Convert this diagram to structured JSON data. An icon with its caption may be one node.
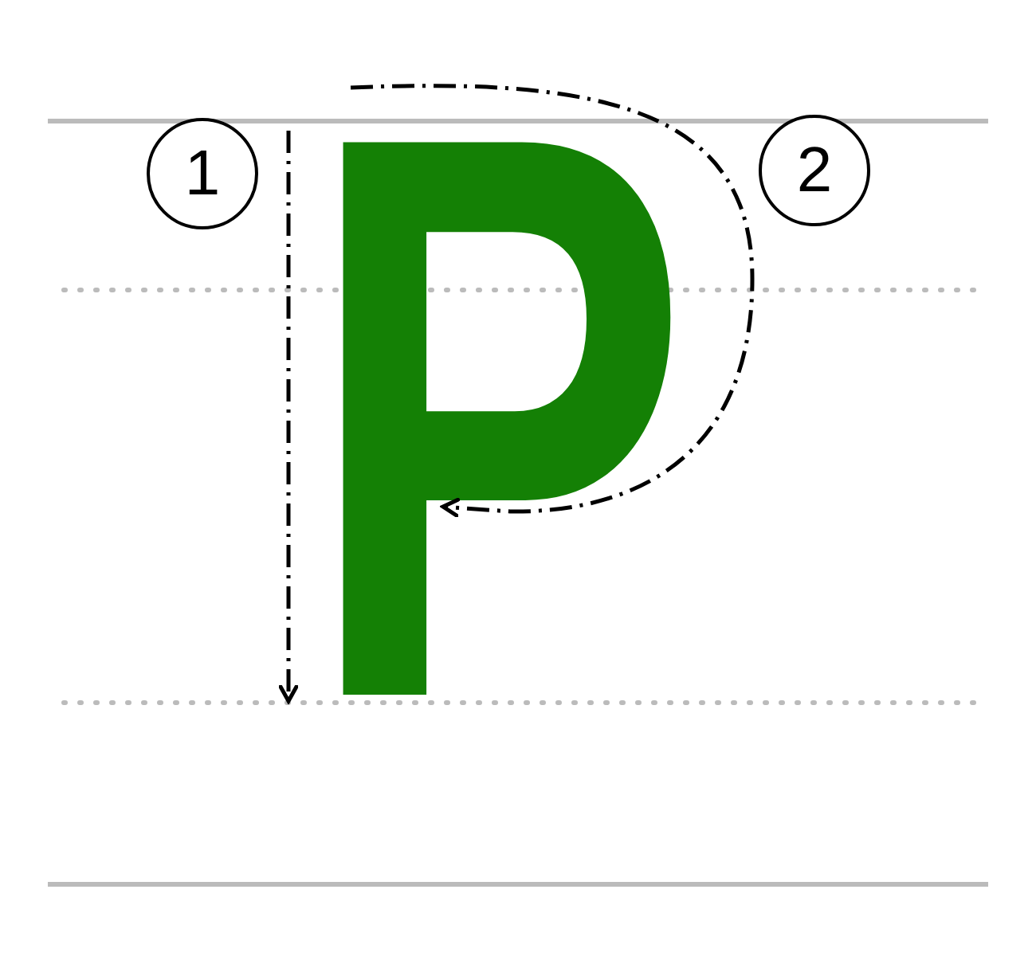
{
  "diagram": {
    "labels": [
      "1",
      "P",
      "2"
    ]
  }
}
